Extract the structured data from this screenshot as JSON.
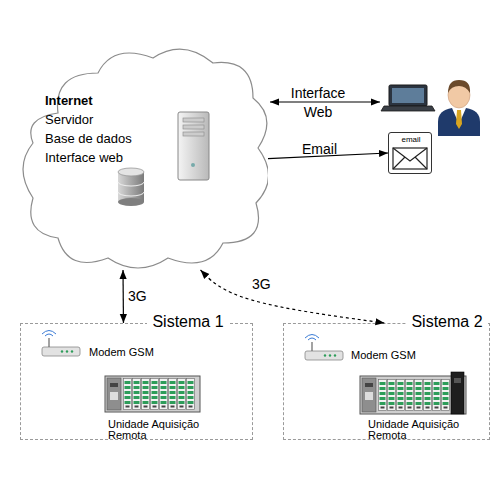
{
  "diagram": {
    "nodes": [
      {
        "text": [
          "Internet",
          "Servidor",
          "Base de dados",
          "Interface web"
        ]
      },
      {
        "text": [
          "email"
        ]
      },
      {
        "text": [
          "Sistema 1"
        ]
      },
      {
        "text": [
          "Modem GSM"
        ],
        "in": 2
      },
      {
        "text": [
          "Unidade Aquisição Remota"
        ],
        "in": 2
      },
      {
        "text": [
          "Sistema 2"
        ]
      },
      {
        "text": [
          "Modem GSM"
        ],
        "in": 5
      },
      {
        "text": [
          "Unidade Aquisição Remota"
        ],
        "in": 5
      }
    ],
    "edges": [
      {
        "from": 0,
        "to": 1,
        "label": "Email",
        "arrow": "to"
      },
      {
        "from": 0,
        "to": 2,
        "label": "3G",
        "arrow": "both"
      },
      {
        "from": 0,
        "to": 5,
        "label": "3G",
        "arrow": "both"
      }
    ],
    "labels": [
      "Interface Web"
    ]
  }
}
